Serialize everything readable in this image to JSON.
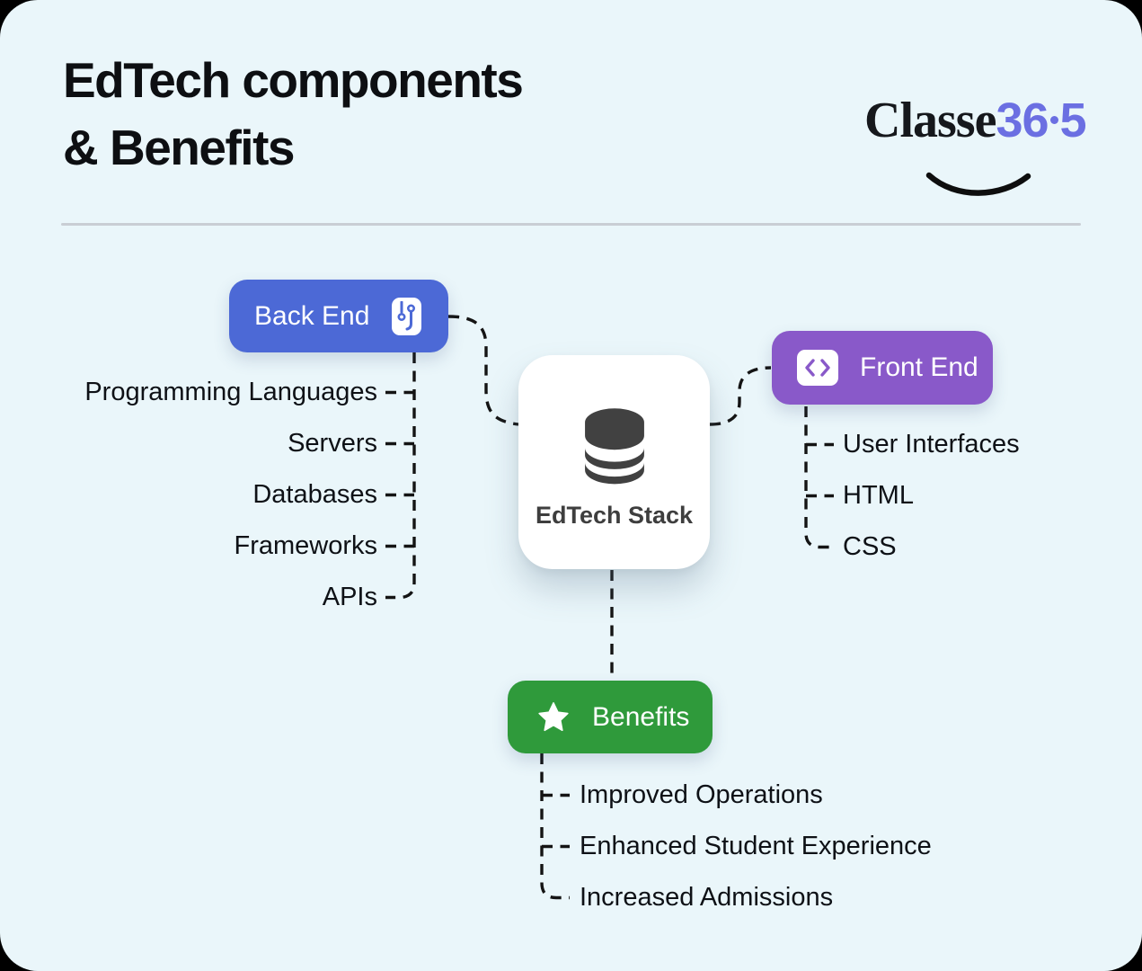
{
  "page": {
    "background": "#EAF6FA",
    "outer_background": "#000000",
    "wire_color": "#141414"
  },
  "header": {
    "title": "EdTech components\n& Benefits",
    "logo": {
      "brand_black": "Classe",
      "brand_accent_a": "36",
      "brand_accent_b": "5",
      "accent_color": "#6B6FE2"
    }
  },
  "diagram": {
    "center": {
      "label": "EdTech Stack",
      "icon": "database-icon",
      "icon_color": "#414141"
    },
    "back_end": {
      "label": "Back End",
      "color": "#4C69D6",
      "icon": "circuit-icon",
      "items": [
        "Programming Languages",
        "Servers",
        "Databases",
        "Frameworks",
        "APIs"
      ]
    },
    "front_end": {
      "label": "Front End",
      "color": "#8959C9",
      "icon": "code-icon",
      "items": [
        "User Interfaces",
        "HTML",
        "CSS"
      ]
    },
    "benefits": {
      "label": "Benefits",
      "color": "#2F9A3B",
      "icon": "star-icon",
      "items": [
        "Improved Operations",
        "Enhanced Student Experience",
        "Increased Admissions"
      ]
    }
  }
}
